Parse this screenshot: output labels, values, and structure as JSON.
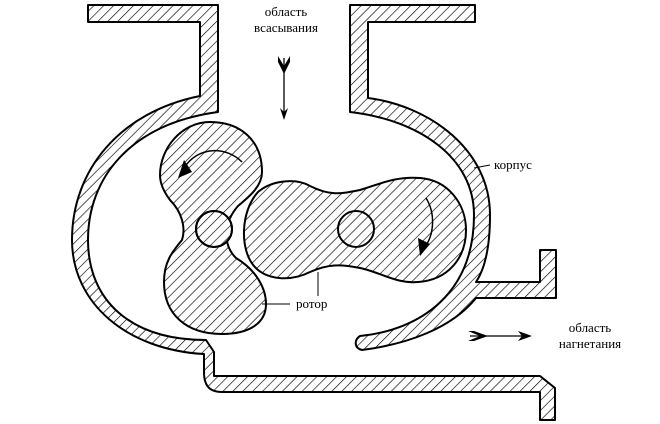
{
  "labels": {
    "suction_line1": "область",
    "suction_line2": "всасывания",
    "housing": "корпус",
    "rotor": "ротор",
    "discharge_line1": "область",
    "discharge_line2": "нагнетания"
  }
}
